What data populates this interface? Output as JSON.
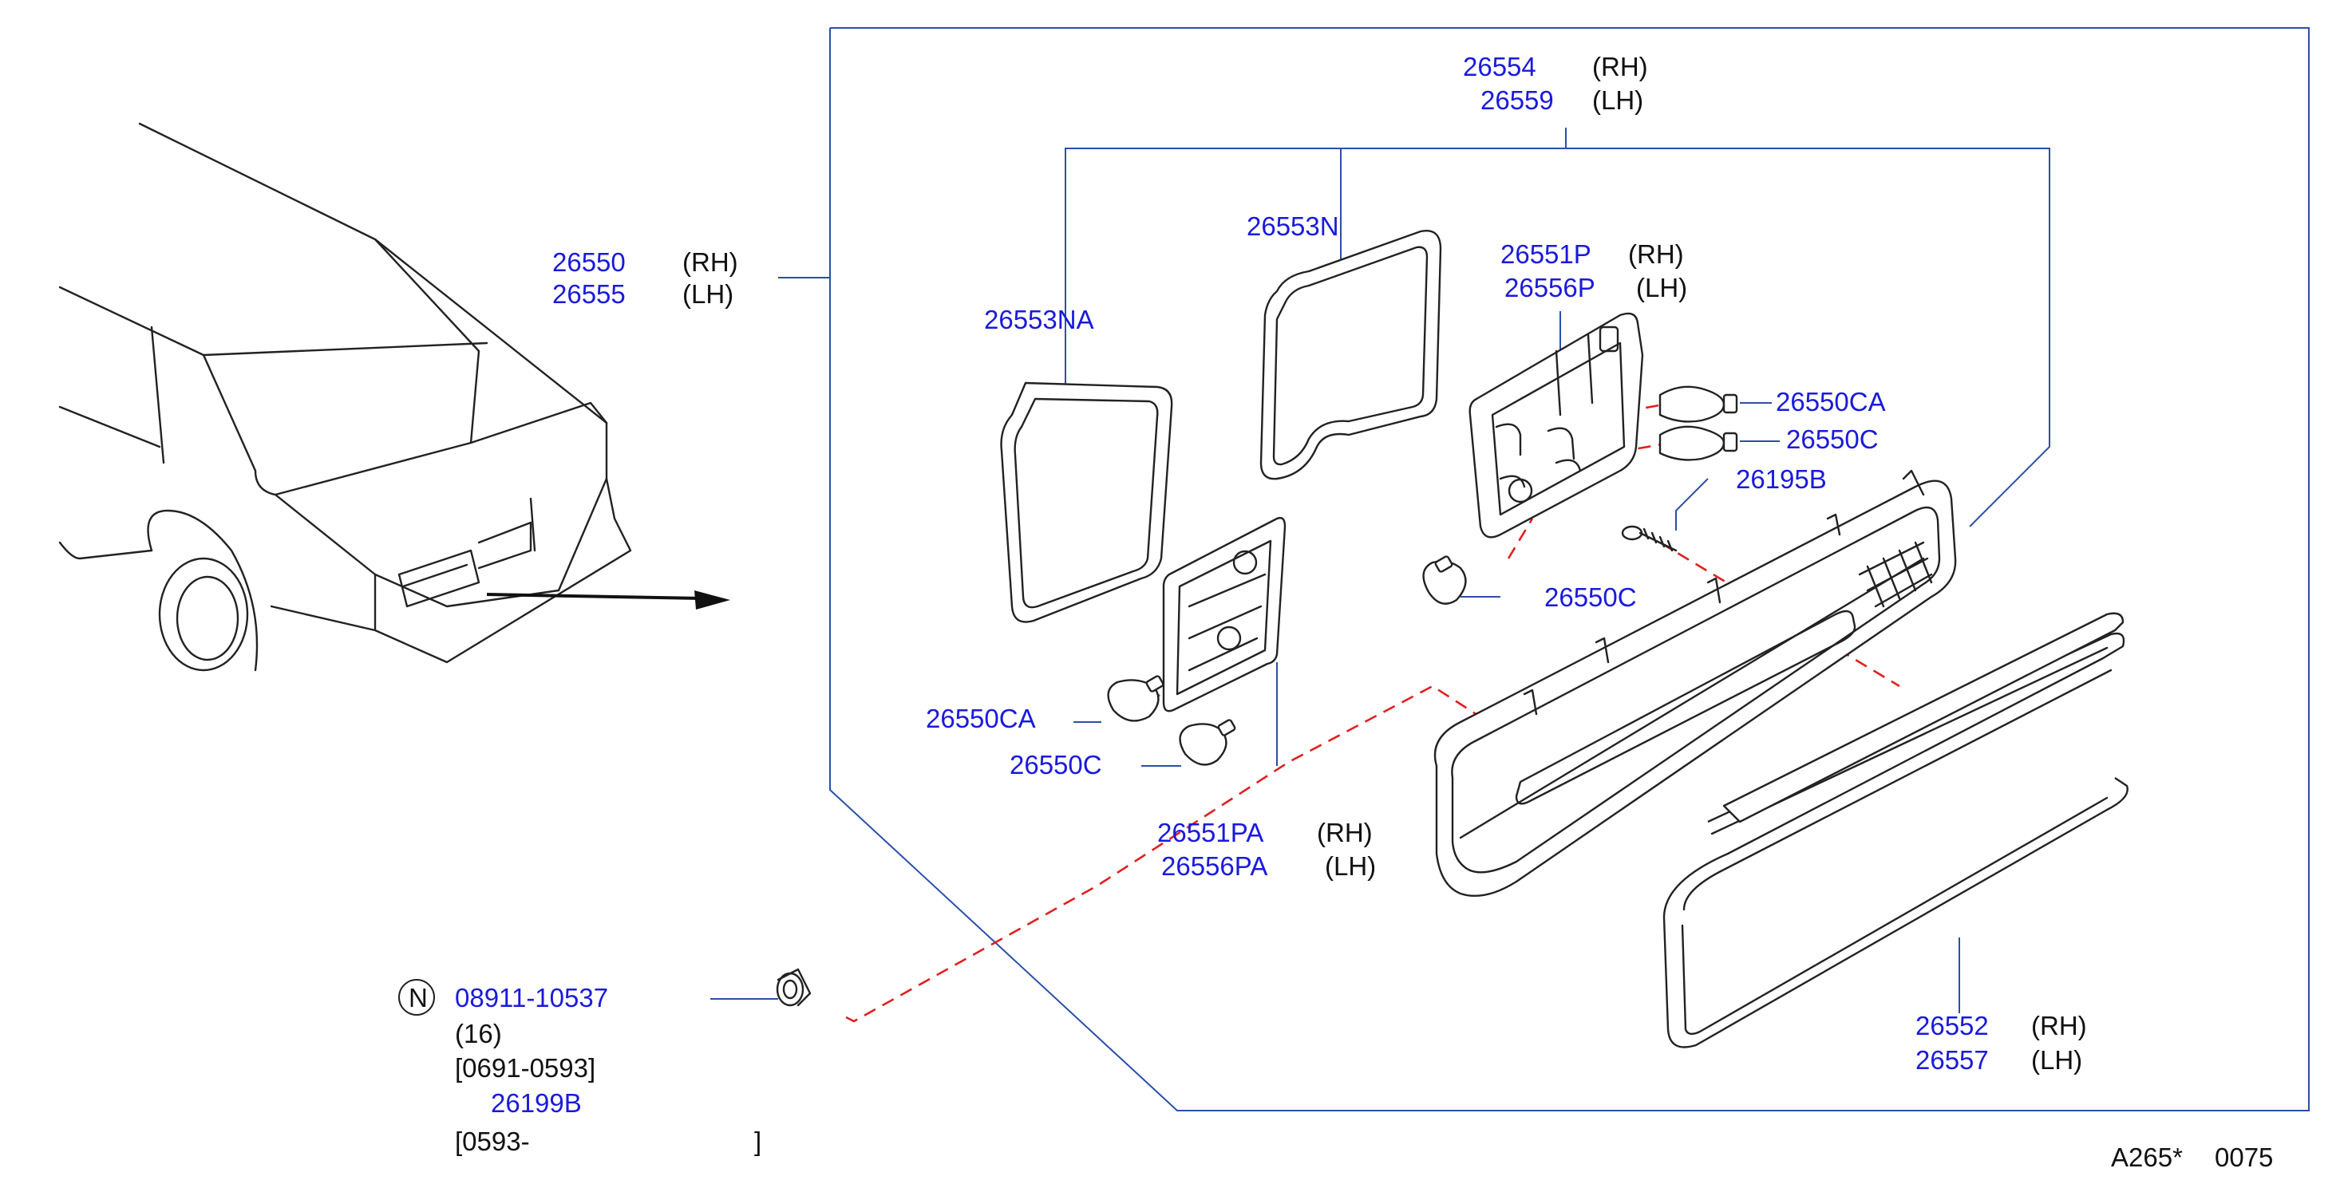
{
  "parts": {
    "p26554": "26554",
    "p26559": "26559",
    "p26550": "26550",
    "p26555": "26555",
    "p26553N": "26553N",
    "p26553NA": "26553NA",
    "p26551P": "26551P",
    "p26556P": "26556P",
    "p26550CA_top": "26550CA",
    "p26550C_top": "26550C",
    "p26195B": "26195B",
    "p26550C_mid": "26550C",
    "p26550CA_left": "26550CA",
    "p26550C_left": "26550C",
    "p26551PA": "26551PA",
    "p26556PA": "26556PA",
    "p26552": "26552",
    "p26557": "26557",
    "p08911": "08911-10537",
    "p26199B": "26199B"
  },
  "sides": {
    "rh": "(RH)",
    "lh": "(LH)"
  },
  "notes": {
    "n_symbol": "N",
    "quantity": "(16)",
    "date_range_1": "[0691-0593]",
    "date_range_2_start": "[0593-",
    "date_range_2_end": "]"
  },
  "footer": {
    "diagram_code": "A265*",
    "diagram_number": "0075"
  },
  "colors": {
    "part_number": "#1a1adc",
    "leader_line": "#2b4fa8",
    "dashed_path": "#e02020",
    "drawing": "#222222"
  }
}
